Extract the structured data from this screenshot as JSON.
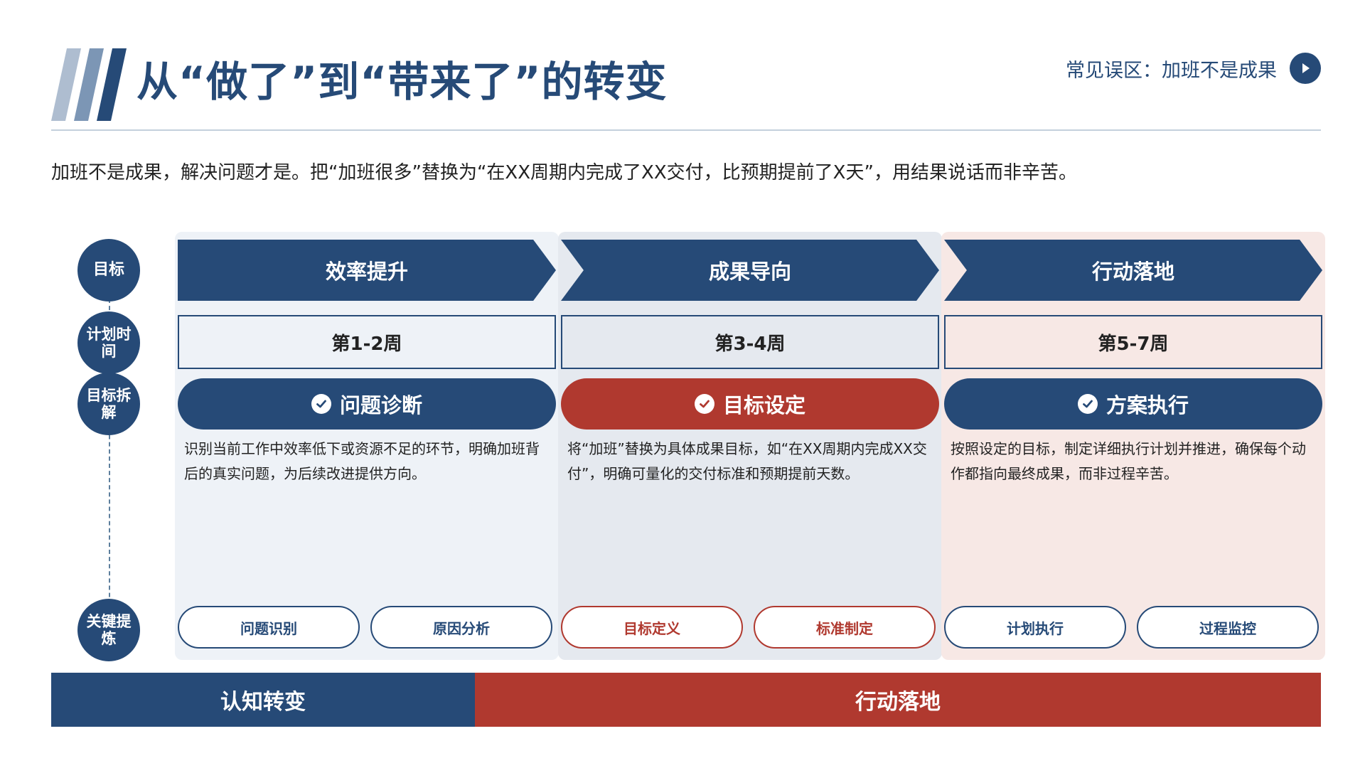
{
  "header": {
    "title": "从“做了”到“带来了”的转变",
    "myth_label": "常见误区：加班不是成果",
    "subtitle": "加班不是成果，解决问题才是。把“加班很多”替换为“在XX周期内完成了XX交付，比预期提前了X天”，用结果说话而非辛苦。"
  },
  "row_labels": {
    "goal": "目标",
    "plan_time": [
      "计划时",
      "间"
    ],
    "goal_breakdown": [
      "目标拆",
      "解"
    ],
    "key_points": [
      "关键提",
      "炼"
    ]
  },
  "columns": [
    {
      "goal": "效率提升",
      "period": "第1-2周",
      "stage": "问题诊断",
      "description": "识别当前工作中效率低下或资源不足的环节，明确加班背后的真实问题，为后续改进提供方向。",
      "tags": [
        "问题识别",
        "原因分析"
      ]
    },
    {
      "goal": "成果导向",
      "period": "第3-4周",
      "stage": "目标设定",
      "description": "将“加班”替换为具体成果目标，如“在XX周期内完成XX交付”，明确可量化的交付标准和预期提前天数。",
      "tags": [
        "目标定义",
        "标准制定"
      ]
    },
    {
      "goal": "行动落地",
      "period": "第5-7周",
      "stage": "方案执行",
      "description": "按照设定的目标，制定详细执行计划并推进，确保每个动作都指向最终成果，而非过程辛苦。",
      "tags": [
        "计划执行",
        "过程监控"
      ]
    }
  ],
  "bottom_bar": {
    "left": "认知转变",
    "right": "行动落地"
  },
  "colors": {
    "navy": "#264a77",
    "red": "#b0392f",
    "col1_bg": "#eef2f7",
    "col2_bg": "#e5e9ef",
    "col3_bg": "#f7e8e5"
  },
  "icons": {
    "myth_button": "play-icon",
    "stage_check": "check-circle-icon"
  }
}
